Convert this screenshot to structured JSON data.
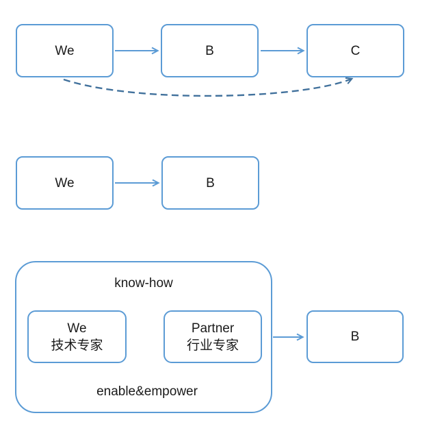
{
  "colors": {
    "shape_outline": "#5B9BD5",
    "connector_dark": "#41719C",
    "text": "#1a1a1a",
    "background": "#ffffff"
  },
  "flow1": {
    "nodes": [
      {
        "label": "We"
      },
      {
        "label": "B"
      },
      {
        "label": "C"
      }
    ]
  },
  "flow2": {
    "nodes": [
      {
        "label": "We"
      },
      {
        "label": "B"
      }
    ]
  },
  "flow3": {
    "group": {
      "nodes": [
        {
          "line1": "We",
          "line2": "技术专家"
        },
        {
          "line1": "Partner",
          "line2": "行业专家"
        }
      ],
      "top_label": "know-how",
      "bottom_label": "enable&empower"
    },
    "outside_node": {
      "label": "B"
    }
  }
}
